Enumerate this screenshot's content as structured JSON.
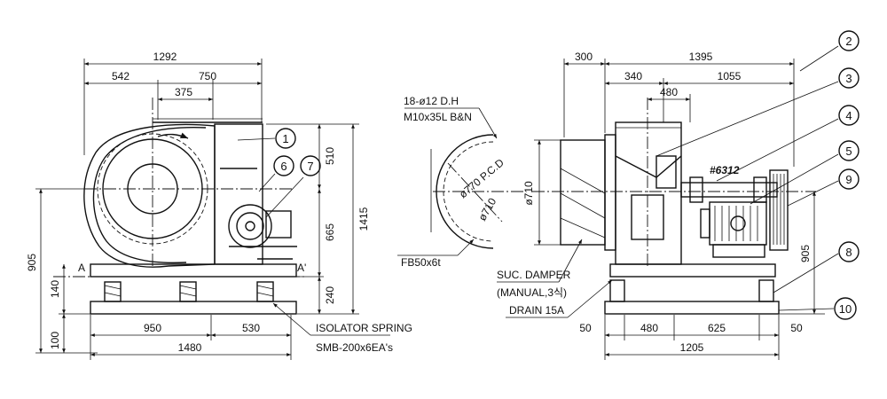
{
  "front_view": {
    "dims": {
      "overall_width": "1292",
      "left_width": "542",
      "right_width": "750",
      "inlet_offset": "375",
      "outlet_height": "510",
      "center_height": "665",
      "total_height": "1415",
      "base_height": "240",
      "shaft_height": "905",
      "base_frame_h": "140",
      "spring_h": "100",
      "base_left": "950",
      "base_right": "530",
      "base_total": "1480"
    },
    "section_mark_left": "A",
    "section_mark_right": "A'",
    "isolator_label": "ISOLATOR SPRING",
    "isolator_spec": "SMB-200x6EA's"
  },
  "flange_detail": {
    "hole_note_1": "18-ø12 D.H",
    "hole_note_2": "M10x35L B&N",
    "pcd": "ø770 P.C.D",
    "inner_dia": "ø710",
    "flat_bar": "FB50x6t"
  },
  "side_view": {
    "dims": {
      "left_offset": "300",
      "overall": "1395",
      "seg_340": "340",
      "seg_1055": "1055",
      "outlet_480": "480",
      "inlet_dia": "ø710",
      "shaft_height": "905",
      "base_50_left": "50",
      "base_480": "480",
      "base_625": "625",
      "base_50_right": "50",
      "base_total": "1205"
    },
    "bearing": "#6312",
    "damper_1": "SUC. DAMPER",
    "damper_2": "(MANUAL,3식)",
    "drain": "DRAIN 15A"
  },
  "balloons": [
    "1",
    "2",
    "3",
    "4",
    "5",
    "6",
    "7",
    "8",
    "9",
    "10"
  ]
}
